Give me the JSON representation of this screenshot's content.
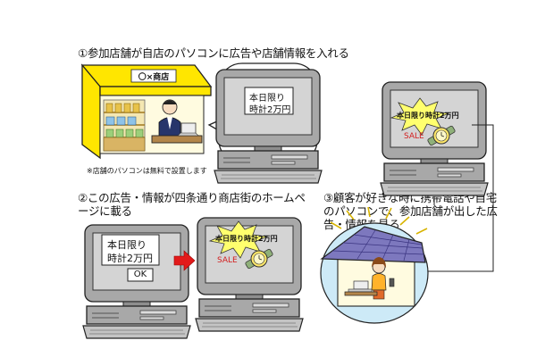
{
  "steps": [
    {
      "text": "①参加店舗が自店のパソコンに広告や店舗情報を入れる"
    },
    {
      "text": "②この広告・情報が四条通り商店街のホームページに載る"
    },
    {
      "text": "③顧客が好きな時に携帯電話や自宅のパソコンで、参加店舗が出した広告・情報を見る"
    }
  ],
  "shop": {
    "sign": "〇×商店",
    "note": "※店舗のパソコンは無料で設置します"
  },
  "ad": {
    "line1": "本日限り",
    "line2": "時計2万円",
    "ok": "OK",
    "burst": "本日限り時計2万円",
    "sale": "SALE"
  },
  "colors": {
    "yellow": "#ffe600",
    "monitor": "#a8a8a8",
    "screen": "#d4d4d4",
    "arrow": "#e21a1a",
    "sky": "#cdeaf7",
    "roof": "#7d78be",
    "house_bg": "#fffbe0"
  }
}
